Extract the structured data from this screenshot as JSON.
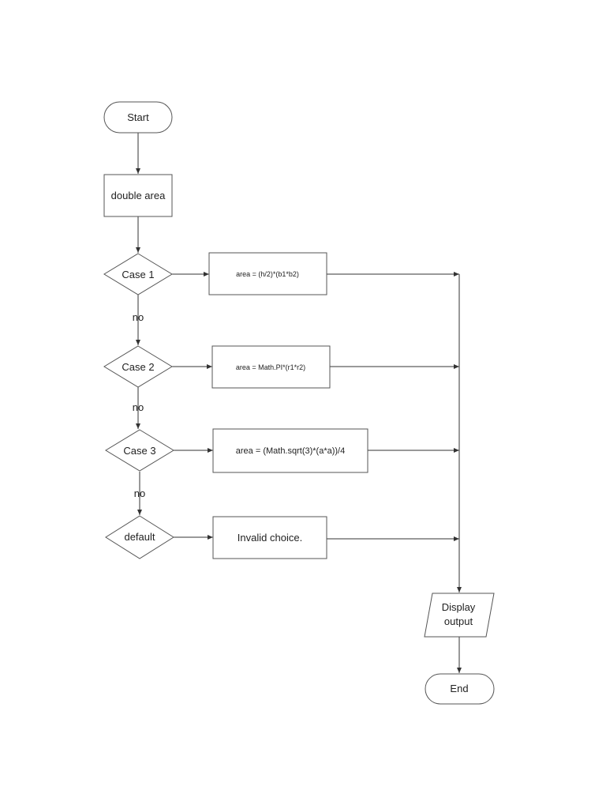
{
  "nodes": {
    "start": "Start",
    "declare": "double area",
    "case1": "Case 1",
    "case2": "Case 2",
    "case3": "Case 3",
    "default": "default",
    "process1": "area = (h/2)*(b1*b2)",
    "process2": "area = Math.PI*(r1*r2)",
    "process3": "area = (Math.sqrt(3)*(a*a))/4",
    "process4": "Invalid choice.",
    "output_line1": "Display",
    "output_line2": "output",
    "end": "End"
  },
  "edges": {
    "no1": "no",
    "no2": "no",
    "no3": "no"
  },
  "colors": {
    "stroke": "#555555",
    "connector": "#333333",
    "text": "#222222",
    "fill": "#ffffff"
  }
}
